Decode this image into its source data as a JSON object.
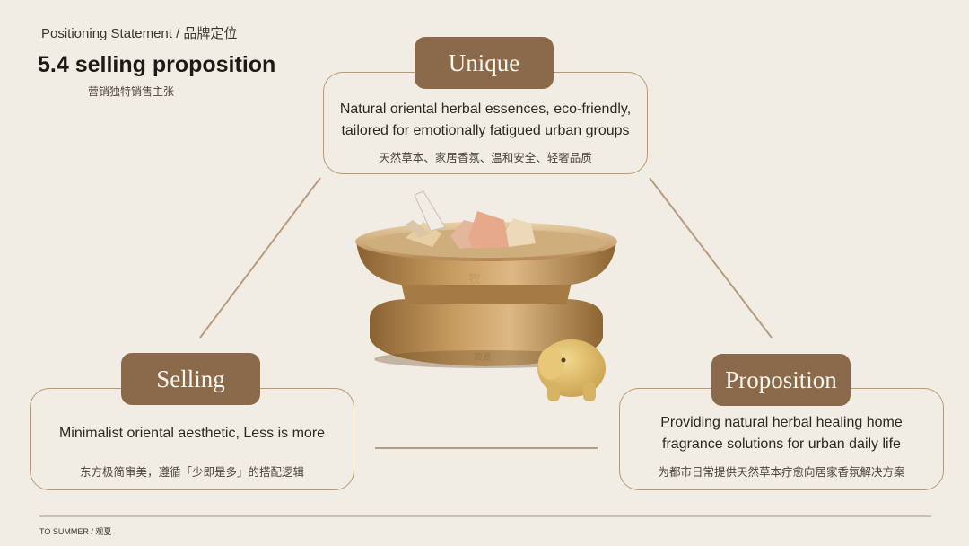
{
  "header": {
    "kicker": "Positioning Statement / 品牌定位",
    "title": "5.4  selling proposition",
    "subtitle": "营销独特销售主张"
  },
  "cards": {
    "unique": {
      "tag": "Unique",
      "en_line1": "Natural oriental herbal essences, eco-friendly,",
      "en_line2": "tailored for emotionally fatigued urban groups",
      "zh": "天然草本、家居香氛、温和安全、轻奢品质"
    },
    "selling": {
      "tag": "Selling",
      "en_line1": "Minimalist oriental aesthetic, Less is more",
      "zh": "东方极简审美，遵循「少即是多」的搭配逻辑"
    },
    "proposition": {
      "tag": "Proposition",
      "en_line1": "Providing natural herbal healing home",
      "en_line2": "fragrance solutions for urban daily life",
      "zh": "为都市日常提供天然草本疗愈向居家香氛解决方案"
    }
  },
  "footer": {
    "text": "TO SUMMER / 观夏"
  },
  "colors": {
    "background": "#f2ede4",
    "tag_fill": "#8a6a4a",
    "card_border": "#b69a7a",
    "connector": "#b59d82"
  }
}
